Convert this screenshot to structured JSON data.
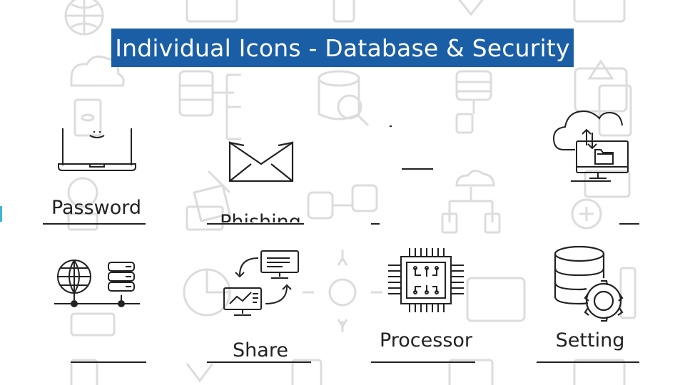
{
  "slide": {
    "title": "Individual Icons - Database & Security"
  },
  "labels": {
    "password": "Password",
    "phishing": "Phishing",
    "share": "Share",
    "processor": "Processor",
    "setting": "Setting"
  },
  "colors": {
    "banner": "#1a5ea6",
    "banner_text": "#ffffff",
    "line": "#222222",
    "watermark": "#dcdcdc",
    "edge_accent": "#3fb5d6"
  },
  "icons": [
    "laptop-icon",
    "envelope-icon",
    "cloud-monitor-icon",
    "globe-database-icon",
    "computers-share-icon",
    "processor-chip-icon",
    "database-gear-icon"
  ]
}
